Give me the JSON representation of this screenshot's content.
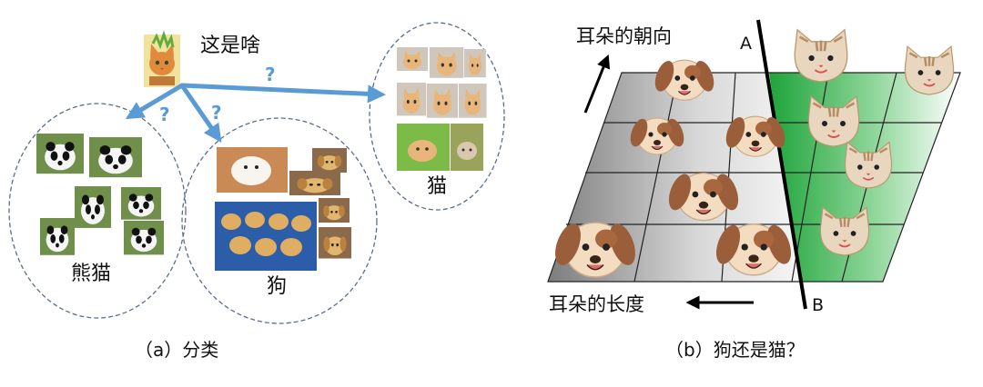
{
  "panel_a": {
    "question_label": "这是啥",
    "question_mark": "?",
    "clusters": {
      "panda": "熊猫",
      "dog": "狗",
      "cat": "猫"
    },
    "caption": "（a）分类"
  },
  "panel_b": {
    "axis_up_label": "耳朵的朝向",
    "axis_left_label": "耳朵的长度",
    "line_top_label": "A",
    "line_bottom_label": "B",
    "caption": "（b）狗还是猫？"
  },
  "colors": {
    "arrow_blue": "#5b9bd5",
    "ellipse_border": "#5a6e8a",
    "cat_region_green": "#2fb34a",
    "dog_face": "#f3dcc0",
    "dog_ear": "#9a5f3a",
    "cat_face": "#e9d6bf",
    "cat_stripe": "#b88c63"
  },
  "icons": [
    "cat-photo-icon",
    "panda-photo-icon",
    "dog-photo-icon",
    "dog-face-icon",
    "cat-face-icon"
  ]
}
